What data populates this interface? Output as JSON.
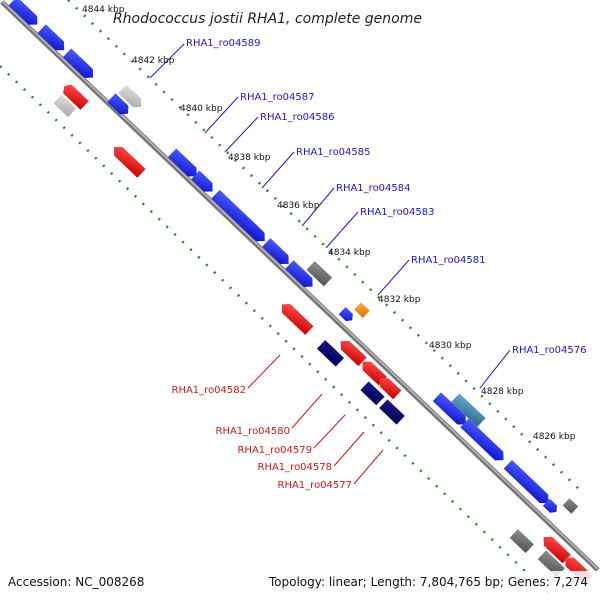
{
  "title": "Rhodococcus jostii RHA1, complete genome",
  "accession": "Accession: NC_008268",
  "summary": "Topology: linear; Length: 7,804,765 bp; Genes: 7,274",
  "colors": {
    "forward_label": "#1a1acc",
    "reverse_label": "#cc1a1a",
    "backbone": "#8a8a8a",
    "tick": "#228b22"
  },
  "kbp_ticks": [
    "4844 kbp",
    "4842 kbp",
    "4840 kbp",
    "4838 kbp",
    "4836 kbp",
    "4834 kbp",
    "4832 kbp",
    "4830 kbp",
    "4828 kbp",
    "4826 kbp"
  ],
  "forward_labels": [
    "RHA1_ro04589",
    "RHA1_ro04587",
    "RHA1_ro04586",
    "RHA1_ro04585",
    "RHA1_ro04584",
    "RHA1_ro04583",
    "RHA1_ro04581",
    "RHA1_ro04576"
  ],
  "reverse_labels": [
    "RHA1_ro04582",
    "RHA1_ro04580",
    "RHA1_ro04579",
    "RHA1_ro04578",
    "RHA1_ro04577"
  ]
}
